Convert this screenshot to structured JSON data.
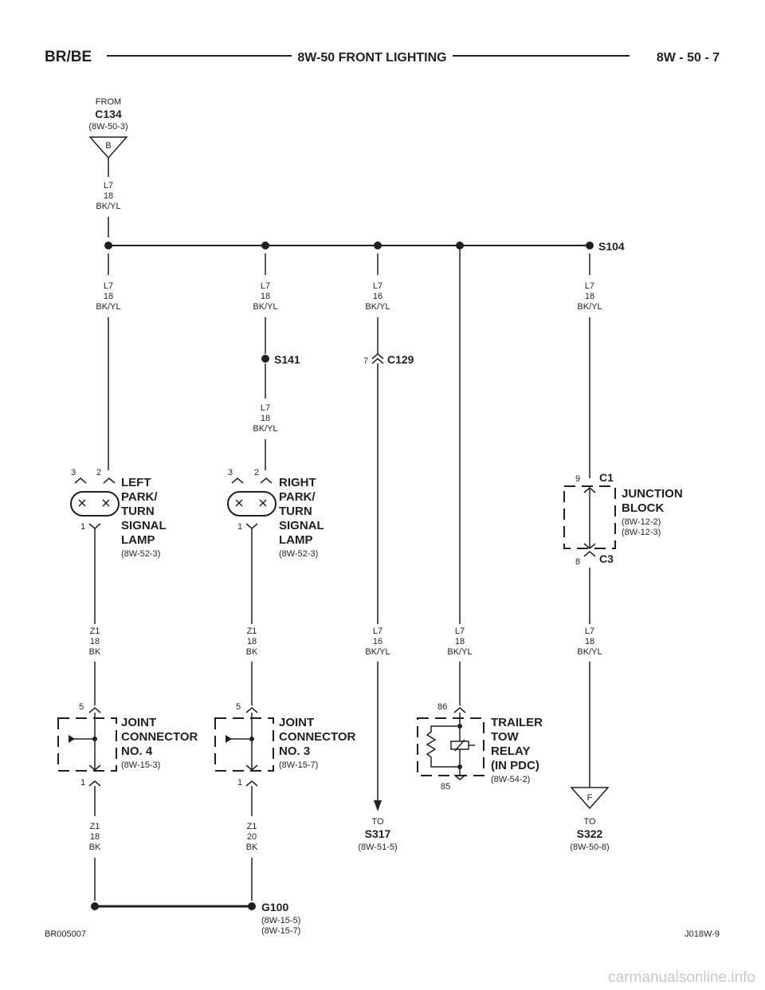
{
  "header": {
    "left": "BR/BE",
    "center": "8W-50 FRONT LIGHTING",
    "right": "8W - 50 - 7"
  },
  "source": {
    "from": "FROM",
    "connector": "C134",
    "ref": "(8W-50-3)",
    "letter": "B"
  },
  "wires": {
    "top": {
      "circuit": "L7",
      "gauge": "18",
      "color": "BK/YL"
    },
    "b1": {
      "circuit": "L7",
      "gauge": "18",
      "color": "BK/YL"
    },
    "b2": {
      "circuit": "L7",
      "gauge": "18",
      "color": "BK/YL"
    },
    "b3": {
      "circuit": "L7",
      "gauge": "16",
      "color": "BK/YL"
    },
    "b5": {
      "circuit": "L7",
      "gauge": "18",
      "color": "BK/YL"
    },
    "s141_below": {
      "circuit": "L7",
      "gauge": "18",
      "color": "BK/YL"
    },
    "left_lamp_out": {
      "circuit": "Z1",
      "gauge": "18",
      "color": "BK"
    },
    "right_lamp_out": {
      "circuit": "Z1",
      "gauge": "18",
      "color": "BK"
    },
    "c129_out": {
      "circuit": "L7",
      "gauge": "16",
      "color": "BK/YL"
    },
    "relay_in": {
      "circuit": "L7",
      "gauge": "18",
      "color": "BK/YL"
    },
    "jb_out": {
      "circuit": "L7",
      "gauge": "18",
      "color": "BK/YL"
    },
    "jc4_out": {
      "circuit": "Z1",
      "gauge": "18",
      "color": "BK"
    },
    "jc3_out": {
      "circuit": "Z1",
      "gauge": "20",
      "color": "BK"
    }
  },
  "splices": {
    "s104": "S104",
    "s141": "S141",
    "g100": "G100",
    "g100_refs": [
      "(8W-15-5)",
      "(8W-15-7)"
    ]
  },
  "connector_c129": {
    "name": "C129",
    "pin": "7"
  },
  "left_lamp": {
    "lines": [
      "LEFT",
      "PARK/",
      "TURN",
      "SIGNAL",
      "LAMP"
    ],
    "ref": "(8W-52-3)",
    "pins": {
      "a": "3",
      "b": "2",
      "c": "1"
    }
  },
  "right_lamp": {
    "lines": [
      "RIGHT",
      "PARK/",
      "TURN",
      "SIGNAL",
      "LAMP"
    ],
    "ref": "(8W-52-3)",
    "pins": {
      "a": "3",
      "b": "2",
      "c": "1"
    }
  },
  "junction_block": {
    "lines": [
      "JUNCTION",
      "BLOCK"
    ],
    "refs": [
      "(8W-12-2)",
      "(8W-12-3)"
    ],
    "c_top": "C1",
    "c_bottom": "C3",
    "pin_top": "9",
    "pin_bottom": "8"
  },
  "joint_connector_4": {
    "lines": [
      "JOINT",
      "CONNECTOR",
      "NO. 4"
    ],
    "ref": "(8W-15-3)",
    "pin_top": "5",
    "pin_bottom": "1"
  },
  "joint_connector_3": {
    "lines": [
      "JOINT",
      "CONNECTOR",
      "NO. 3"
    ],
    "ref": "(8W-15-7)",
    "pin_top": "5",
    "pin_bottom": "1"
  },
  "trailer_relay": {
    "lines": [
      "TRAILER",
      "TOW",
      "RELAY",
      "(IN PDC)"
    ],
    "ref": "(8W-54-2)",
    "pin_top": "86",
    "pin_bottom": "85"
  },
  "to_s317": {
    "to": "TO",
    "name": "S317",
    "ref": "(8W-51-5)"
  },
  "to_s322": {
    "to": "TO",
    "name": "S322",
    "ref": "(8W-50-8)",
    "letter": "F"
  },
  "footer": {
    "left": "BR005007",
    "right": "J018W-9",
    "watermark": "carmanualsonline.info"
  }
}
